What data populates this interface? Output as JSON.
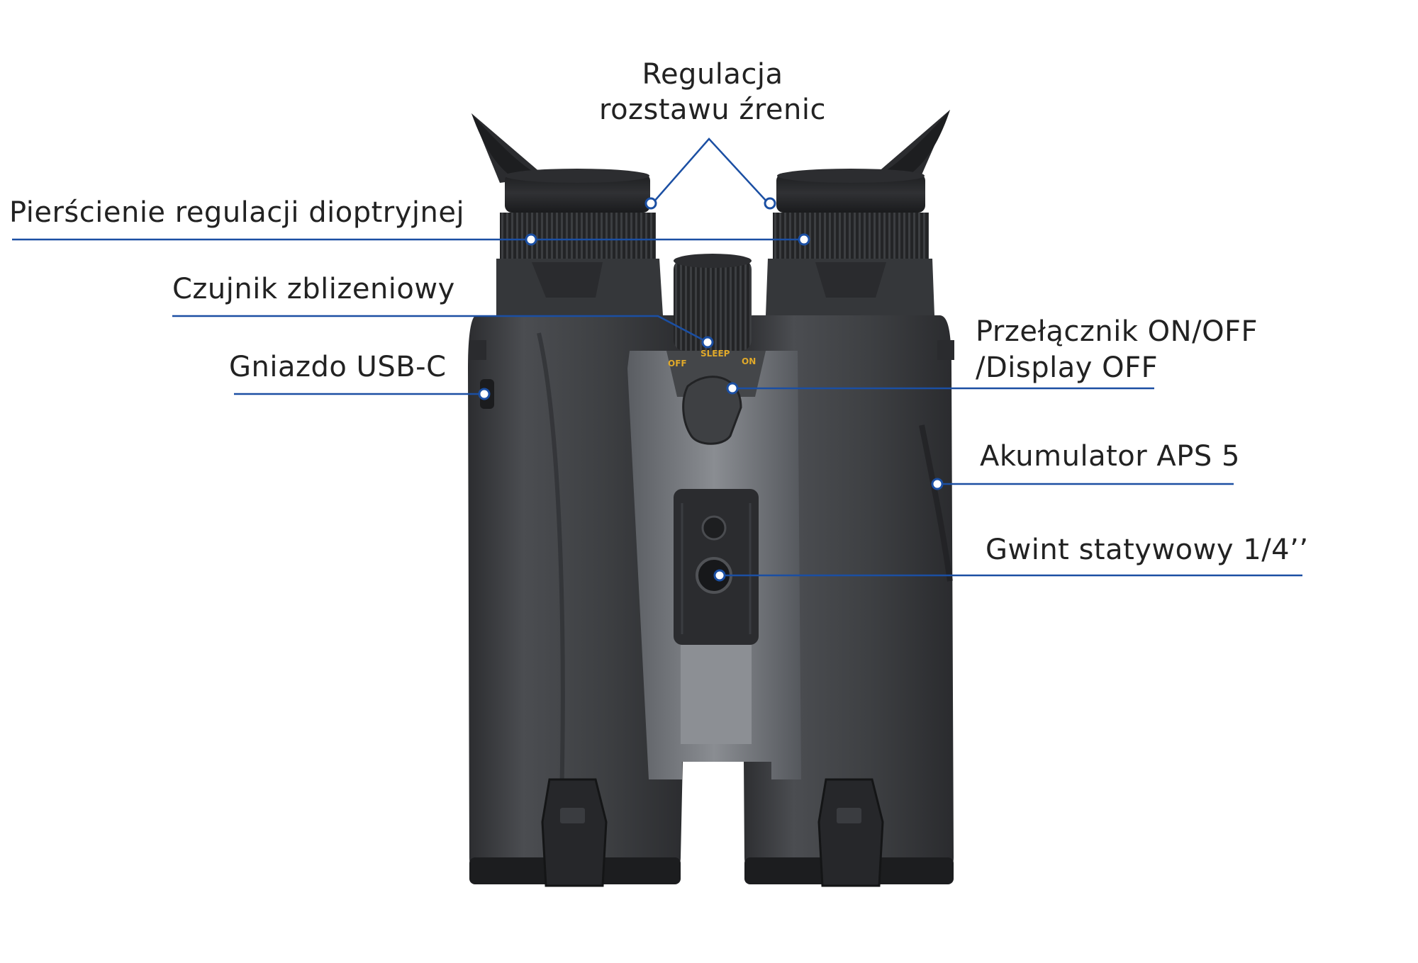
{
  "colors": {
    "callout_line": "#1b4fa3",
    "body_dark": "#3b3d40",
    "body_mid": "#4a4c50",
    "rubber": "#232426",
    "panel_grey": "#8e9196",
    "switch_text": "#e0a92a"
  },
  "labels": {
    "ipd": "Regulacja\nrozstawu źrenic",
    "diopter": "Pierścienie regulacji dioptryjnej",
    "proximity": "Czujnik zblizeniowy",
    "usb": "Gniazdo USB-C",
    "power_line1": "Przełącznik ON/OFF",
    "power_line2": "/Display OFF",
    "battery": "Akumulator APS 5",
    "tripod": "Gwint statywowy 1/4’’"
  },
  "switch_marks": {
    "off": "OFF",
    "sleep": "SLEEP",
    "on": "ON"
  },
  "icons": [
    "callout-dot-icon"
  ]
}
